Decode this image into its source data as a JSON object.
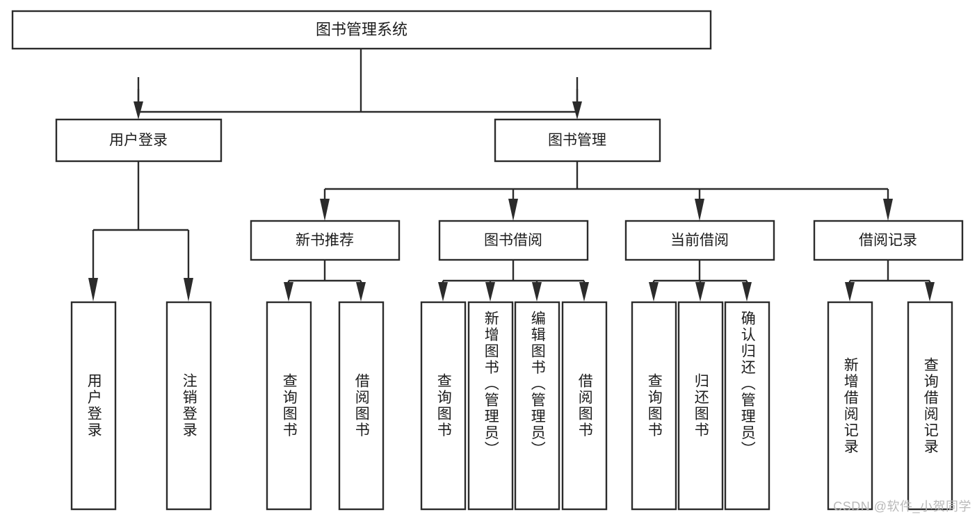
{
  "diagram": {
    "type": "tree",
    "title": "图书管理系统",
    "orientation": "top-down",
    "background_color": "#ffffff",
    "line_color": "#2b2b2b",
    "text_color": "#1c1c1c",
    "root": {
      "id": "root",
      "label": "图书管理系统"
    },
    "level2": [
      {
        "id": "user-login",
        "label": "用户登录"
      },
      {
        "id": "book-manage",
        "label": "图书管理"
      }
    ],
    "level3": [
      {
        "id": "new-book-recommend",
        "label": "新书推荐",
        "parent": "book-manage"
      },
      {
        "id": "book-borrow",
        "label": "图书借阅",
        "parent": "book-manage"
      },
      {
        "id": "current-borrow",
        "label": "当前借阅",
        "parent": "book-manage"
      },
      {
        "id": "borrow-record",
        "label": "借阅记录",
        "parent": "book-manage"
      }
    ],
    "leaves": [
      {
        "id": "leaf-user-login",
        "label": "用户登录",
        "parent": "user-login"
      },
      {
        "id": "leaf-logout-login",
        "label": "注销登录",
        "parent": "user-login"
      },
      {
        "id": "leaf-query-book-1",
        "label": "查询图书",
        "parent": "new-book-recommend"
      },
      {
        "id": "leaf-borrow-book-1",
        "label": "借阅图书",
        "parent": "new-book-recommend"
      },
      {
        "id": "leaf-query-book-2",
        "label": "查询图书",
        "parent": "book-borrow"
      },
      {
        "id": "leaf-add-book",
        "label": "新增图书（管理员）",
        "parent": "book-borrow"
      },
      {
        "id": "leaf-edit-book",
        "label": "编辑图书（管理员）",
        "parent": "book-borrow"
      },
      {
        "id": "leaf-borrow-book-2",
        "label": "借阅图书",
        "parent": "book-borrow"
      },
      {
        "id": "leaf-query-book-3",
        "label": "查询图书",
        "parent": "current-borrow"
      },
      {
        "id": "leaf-return-book",
        "label": "归还图书",
        "parent": "current-borrow"
      },
      {
        "id": "leaf-confirm-return",
        "label": "确认归还（管理员）",
        "parent": "current-borrow"
      },
      {
        "id": "leaf-add-record",
        "label": "新增借阅记录",
        "parent": "borrow-record"
      },
      {
        "id": "leaf-query-record",
        "label": "查询借阅记录",
        "parent": "borrow-record"
      }
    ]
  },
  "watermark": {
    "text": "CSDN @软件_小贺同学"
  }
}
